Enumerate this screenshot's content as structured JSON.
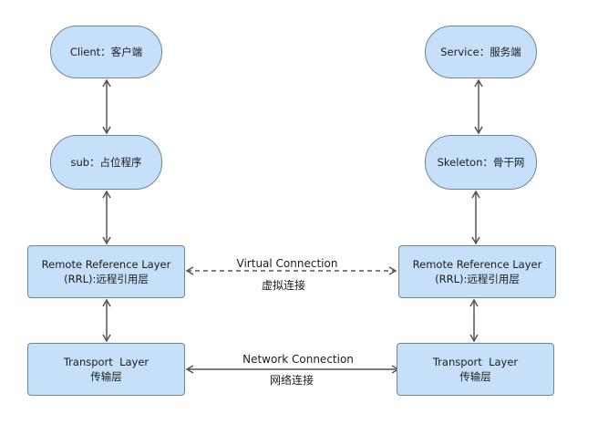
{
  "left_column": {
    "client": "Client：客户端",
    "stub": "sub：占位程序",
    "rrl_line1": "Remote Reference Layer",
    "rrl_line2": "(RRL):远程引用层",
    "transport_line1": "Transport  Layer",
    "transport_line2": "传输层"
  },
  "right_column": {
    "service": "Service：服务端",
    "skeleton": "Skeleton：骨干网",
    "rrl_line1": "Remote Reference Layer",
    "rrl_line2": "(RRL):远程引用层",
    "transport_line1": "Transport  Layer",
    "transport_line2": "传输层"
  },
  "connections": {
    "virtual_en": "Virtual Connection",
    "virtual_zh": "虚拟连接",
    "network_en": "Network Connection",
    "network_zh": "网络连接"
  },
  "colors": {
    "node_fill": "#c5e0f8",
    "node_border": "#6f8599",
    "arrow": "#555555"
  }
}
